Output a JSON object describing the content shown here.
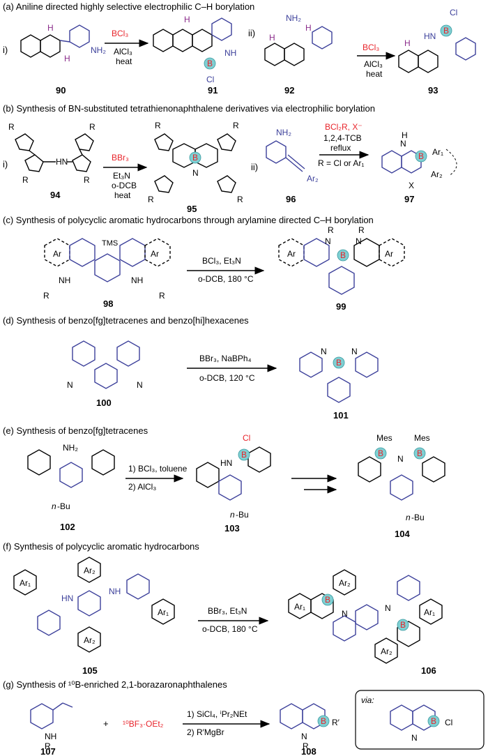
{
  "colors": {
    "red": "#e8242b",
    "blue": "#3b3f9a",
    "purple": "#8b2c8b",
    "highlight": "#7fcfd2"
  },
  "sections": {
    "a": {
      "title": "(a) Aniline directed highly selective electrophilic C–H borylation",
      "r1": {
        "label": "i)",
        "reagent": "BCl₃",
        "cond1": "AlCl₃",
        "cond2": "heat",
        "sm": "90",
        "prod": "91"
      },
      "r2": {
        "label": "ii)",
        "reagent": "BCl₃",
        "cond1": "AlCl₃",
        "cond2": "heat",
        "sm": "92",
        "prod": "93"
      }
    },
    "b": {
      "title": "(b) Synthesis of  BN-substituted tetrathienonaphthalene derivatives via electrophilic borylation",
      "r1": {
        "label": "i)",
        "reagent": "BBr₃",
        "cond1": "Et₃N",
        "cond2": "o-DCB",
        "cond3": "heat",
        "sm": "94",
        "prod": "95"
      },
      "r2": {
        "label": "ii)",
        "reagent": "BCl₂R, X⁻",
        "cond1": "1,2,4-TCB",
        "cond2": "reflux",
        "cond3": "R = Cl or Ar₁",
        "sm": "96",
        "prod": "97"
      }
    },
    "c": {
      "title": "(c) Synthesis of polycyclic aromatic hydrocarbons through arylamine directed C–H borylation",
      "reagent": "BCl₃, Et₃N",
      "cond": "o-DCB, 180 °C",
      "sm": "98",
      "prod": "99"
    },
    "d": {
      "title": "(d) Synthesis of  benzo[fg]tetracenes and benzo[hi]hexacenes",
      "reagent": "BBr₃, NaBPh₄",
      "cond": "o-DCB, 120 °C",
      "sm": "100",
      "prod": "101"
    },
    "e": {
      "title": "(e) Synthesis of  benzo[fg]tetracenes",
      "step1": "1) BCl₃, toluene",
      "step2": "2) AlCl₃",
      "sm": "102",
      "int": "103",
      "prod": "104"
    },
    "f": {
      "title": "(f) Synthesis of polycyclic aromatic hydrocarbons",
      "reagent": "BBr₃, Et₃N",
      "cond": "o-DCB, 180 °C",
      "sm": "105",
      "prod": "106"
    },
    "g": {
      "title": "(g) Synthesis of ¹⁰B-enriched 2,1-borazaronaphthalenes",
      "plus": "+",
      "boron": "¹⁰BF₃·OEt₂",
      "step1": "1) SiCl₄, ⁱPr₂NEt",
      "step2": "2) R′MgBr",
      "via": "via:",
      "sm": "107",
      "prod": "108"
    }
  }
}
